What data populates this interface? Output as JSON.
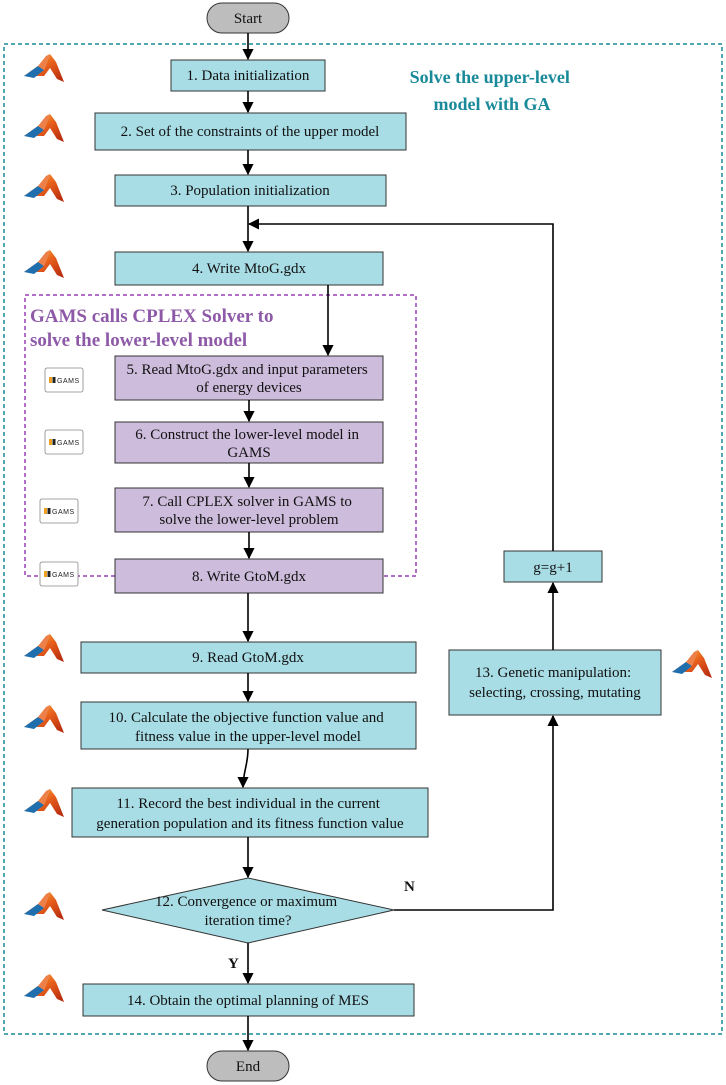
{
  "start_label": "Start",
  "end_label": "End",
  "ga_title": [
    "Solve the upper-level",
    "model with GA"
  ],
  "gams_title": [
    "GAMS calls CPLEX Solver to",
    "solve the lower-level model"
  ],
  "steps": {
    "s1": [
      "1. Data initialization"
    ],
    "s2": [
      "2. Set of the constraints of the upper model"
    ],
    "s3": [
      "3. Population initialization"
    ],
    "s4": [
      "4. Write MtoG.gdx"
    ],
    "s5": [
      "5. Read MtoG.gdx and input parameters",
      "of energy devices"
    ],
    "s6": [
      "6. Construct the lower-level model in",
      "GAMS"
    ],
    "s7": [
      "7. Call CPLEX solver in GAMS to",
      "solve the lower-level problem"
    ],
    "s8": [
      "8. Write GtoM.gdx"
    ],
    "s9": [
      "9. Read GtoM.gdx"
    ],
    "s10": [
      "10. Calculate the objective function value and",
      "fitness value in the upper-level model"
    ],
    "s11": [
      "11. Record the best individual in the current",
      "generation population and its fitness function value"
    ],
    "s12": [
      "12. Convergence or maximum",
      "iteration time?"
    ],
    "s13": [
      "13. Genetic manipulation:",
      "selecting, crossing, mutating"
    ],
    "s14": [
      "14. Obtain the optimal planning of MES"
    ],
    "g_inc": [
      "g=g+1"
    ]
  },
  "branch_yes": "Y",
  "branch_no": "N",
  "gams_logo_text": "GAMS",
  "icons": {
    "matlab": "matlab-logo-icon",
    "gams": "gams-logo-icon"
  },
  "colors": {
    "upper_box": "#a8dde6",
    "lower_box": "#cdbcdc",
    "terminal": "#bdbdbd",
    "teal_border": "#1a8a9a",
    "purple_border": "#9a3fb5"
  }
}
